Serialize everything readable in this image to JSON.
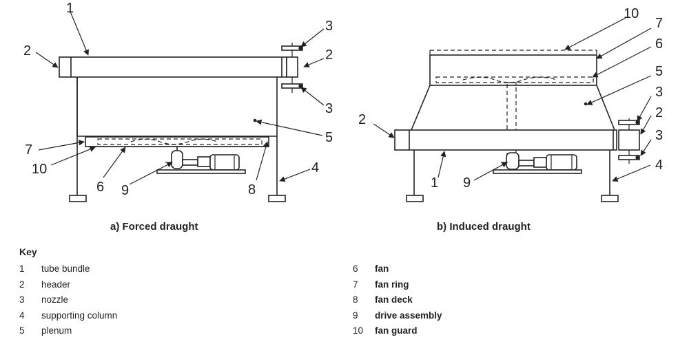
{
  "panel_a": {
    "caption": "a)   Forced draught",
    "callouts": {
      "c1": "1",
      "c2a": "2",
      "c3a": "3",
      "c2b": "2",
      "c3b": "3",
      "c5": "5",
      "c7": "7",
      "c10": "10",
      "c6": "6",
      "c9": "9",
      "c8": "8",
      "c4": "4"
    }
  },
  "panel_b": {
    "caption": "b)   Induced draught",
    "callouts": {
      "c10": "10",
      "c7": "7",
      "c6": "6",
      "c5": "5",
      "c3a": "3",
      "c2a": "2",
      "c2b": "2",
      "c3b": "3",
      "c4": "4",
      "c1": "1",
      "c9": "9"
    }
  },
  "key": {
    "title": "Key",
    "left": [
      {
        "num": "1",
        "label": "tube bundle"
      },
      {
        "num": "2",
        "label": "header"
      },
      {
        "num": "3",
        "label": "nozzle"
      },
      {
        "num": "4",
        "label": "supporting column"
      },
      {
        "num": "5",
        "label": "plenum"
      }
    ],
    "right": [
      {
        "num": "6",
        "label": "fan"
      },
      {
        "num": "7",
        "label": "fan ring"
      },
      {
        "num": "8",
        "label": "fan deck"
      },
      {
        "num": "9",
        "label": "drive assembly"
      },
      {
        "num": "10",
        "label": "fan guard"
      }
    ]
  }
}
